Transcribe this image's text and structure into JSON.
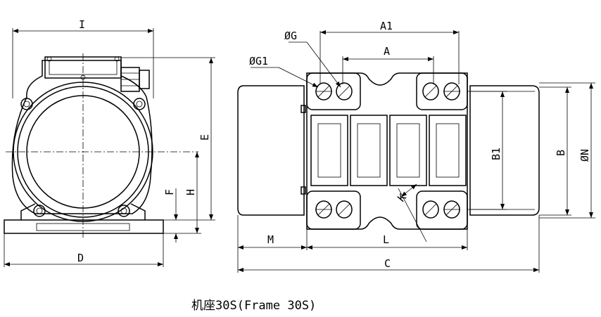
{
  "caption": "机座30S(Frame 30S)",
  "labels": {
    "I": "I",
    "E": "E",
    "F": "F",
    "H": "H",
    "D": "D",
    "G": "ØG",
    "G1": "ØG1",
    "A1": "A1",
    "A": "A",
    "B1": "B1",
    "B": "B",
    "N": "ØN",
    "K": "K",
    "M": "M",
    "L": "L",
    "C": "C"
  }
}
